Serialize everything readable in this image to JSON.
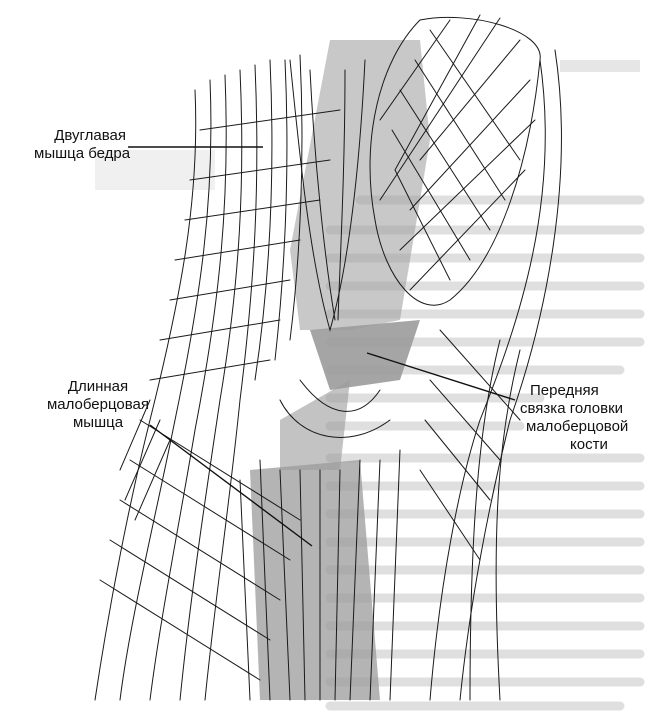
{
  "labels": {
    "biceps": [
      "Двуглавая",
      "мышца бедра"
    ],
    "peroneus": [
      "Длинная",
      "малоберцовая",
      "мышца"
    ],
    "ligament": [
      "Передняя",
      "связка головки",
      "малоберцовой",
      "кости"
    ]
  },
  "colors": {
    "ink": "#1a1a1a",
    "ligament_gray": "#9a9a9a",
    "background_text_gray": "#d6d6d6",
    "paper": "#ffffff"
  }
}
